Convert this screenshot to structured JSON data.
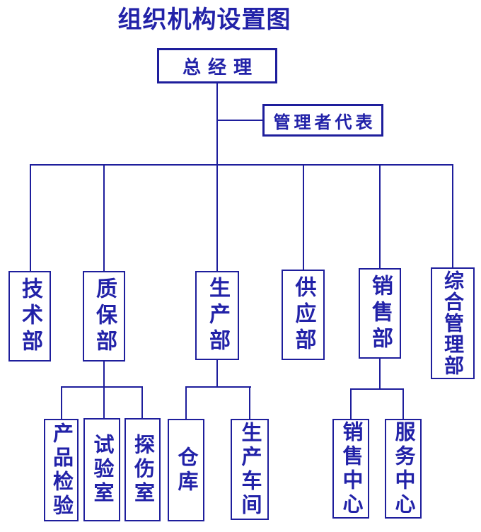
{
  "title": "组织机构设置图",
  "colors": {
    "line": "#1e1e9c",
    "text": "#2222a8",
    "background": "#ffffff"
  },
  "org": {
    "root": {
      "label": "总经理"
    },
    "staff": {
      "label": "管理者代表"
    },
    "departments": [
      {
        "label": "技术部",
        "children": []
      },
      {
        "label": "质保部",
        "children": [
          {
            "label": "产品检验"
          },
          {
            "label": "试验室"
          },
          {
            "label": "探伤室"
          }
        ]
      },
      {
        "label": "生产部",
        "children": [
          {
            "label": "仓库"
          },
          {
            "label": "生产车间"
          }
        ]
      },
      {
        "label": "供应部",
        "children": []
      },
      {
        "label": "销售部",
        "children": [
          {
            "label": "销售中心"
          },
          {
            "label": "服务中心"
          }
        ]
      },
      {
        "label": "综合管理部",
        "children": []
      }
    ]
  }
}
